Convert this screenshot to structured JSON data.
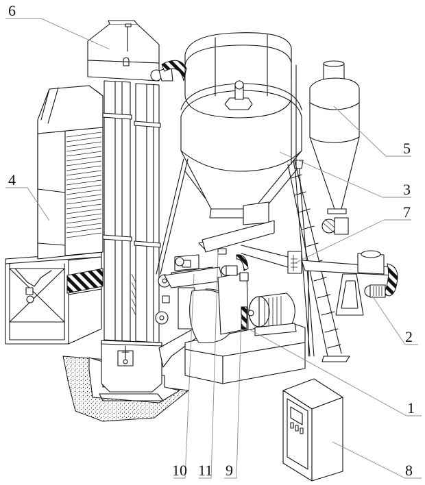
{
  "figure": {
    "title": "Pellet production line assembly (isometric patent drawing)",
    "background": "#ffffff",
    "line_color": "#111111",
    "leader_color": "#8a8a8a"
  },
  "labels": [
    {
      "id": "1",
      "text": "1",
      "part": "pellet mill base frame"
    },
    {
      "id": "2",
      "text": "2",
      "part": "screw conveyor with motor"
    },
    {
      "id": "3",
      "text": "3",
      "part": "storage silo / hopper"
    },
    {
      "id": "4",
      "text": "4",
      "part": "cooler / dryer tower"
    },
    {
      "id": "5",
      "text": "5",
      "part": "cyclone separator"
    },
    {
      "id": "6",
      "text": "6",
      "part": "bucket elevator head"
    },
    {
      "id": "7",
      "text": "7",
      "part": "feeder bracket with level gauge"
    },
    {
      "id": "8",
      "text": "8",
      "part": "electrical control cabinet"
    },
    {
      "id": "9",
      "text": "9",
      "part": "drive motor"
    },
    {
      "id": "10",
      "text": "10",
      "part": "pellet mill die housing"
    },
    {
      "id": "11",
      "text": "11",
      "part": "forced feeder"
    }
  ]
}
